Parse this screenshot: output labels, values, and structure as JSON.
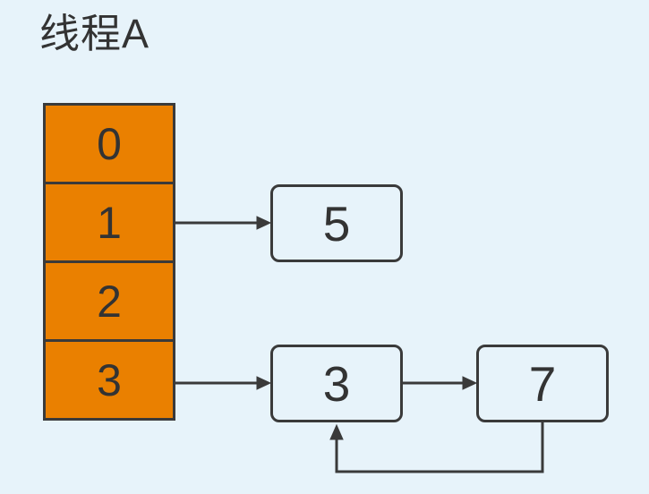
{
  "title": "线程A",
  "colors": {
    "background": "#E7F3FA",
    "array-fill": "#EA8000",
    "line": "#3A3A3A",
    "node-fill": "#E7F3FA",
    "text": "#333333"
  },
  "array": {
    "cells": [
      {
        "label": "0"
      },
      {
        "label": "1"
      },
      {
        "label": "2"
      },
      {
        "label": "3"
      }
    ]
  },
  "nodes": [
    {
      "id": "node-5",
      "value": "5"
    },
    {
      "id": "node-3",
      "value": "3"
    },
    {
      "id": "node-7",
      "value": "7"
    }
  ],
  "edges": [
    {
      "from": "array-cell-1",
      "to": "node-5"
    },
    {
      "from": "array-cell-3",
      "to": "node-3"
    },
    {
      "from": "node-3",
      "to": "node-7"
    },
    {
      "from": "node-7",
      "to": "node-3"
    }
  ]
}
